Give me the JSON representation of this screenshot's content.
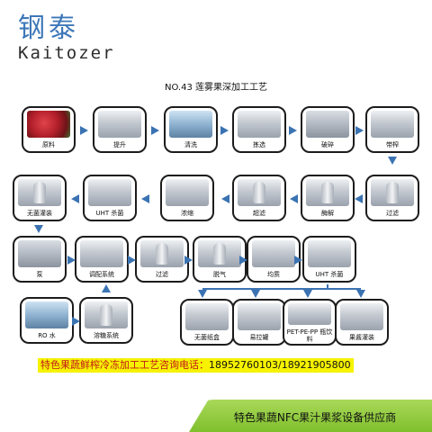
{
  "brand": {
    "cn": "钢泰",
    "en": "Kaitozer"
  },
  "title": "NO.43 莲雾果深加工工艺",
  "row1": [
    "原料",
    "提升",
    "清洗",
    "拣选",
    "破碎",
    "带榨"
  ],
  "row2": [
    "无菌灌装",
    "UHT 杀菌",
    "浓缩",
    "超滤",
    "酶解",
    "过滤"
  ],
  "row3": [
    "泵",
    "调配系统",
    "过滤",
    "脱气",
    "均质",
    "UHT 杀菌"
  ],
  "row4_left": [
    "RO 水",
    "溶糖系统"
  ],
  "row4_right": [
    "无菌纸盒",
    "易拉罐",
    "PET-PE-PP 瓶饮料",
    "果酱灌装"
  ],
  "contact": {
    "label": "特色果蔬鲜榨冷冻加工工艺咨询电话：",
    "phones": "18952760103/18921905800"
  },
  "banner": "特色果蔬NFC果汁果浆设备供应商",
  "colors": {
    "arrow": "#3b73b2",
    "brand": "#3d77b8",
    "highlight": "#f6f200",
    "banner": "#8cc63f",
    "contact_text": "#c21a1a"
  }
}
